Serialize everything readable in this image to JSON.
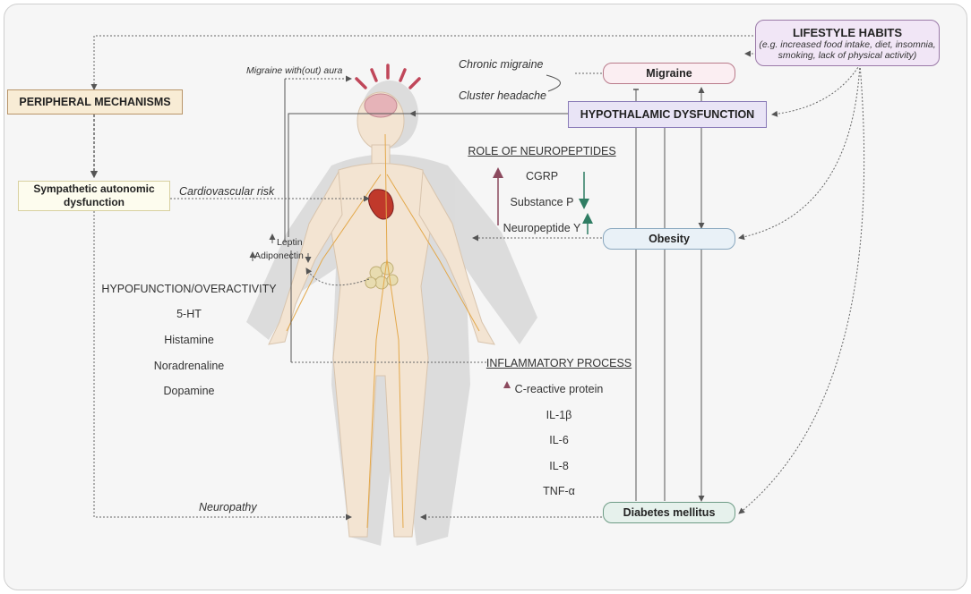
{
  "lifestyle": {
    "title": "LIFESTYLE HABITS",
    "subtitle_line1": "(e.g. increased food intake, diet, insomnia,",
    "subtitle_line2": "smoking, lack of physical activity)"
  },
  "nodes": {
    "peripheral": "PERIPHERAL MECHANISMS",
    "sympathetic_line1": "Sympathetic autonomic",
    "sympathetic_line2": "dysfunction",
    "migraine": "Migraine",
    "hypothalamic": "HYPOTHALAMIC DYSFUNCTION",
    "obesity": "Obesity",
    "diabetes": "Diabetes mellitus"
  },
  "labels": {
    "migraine_aura": "Migraine with(out) aura",
    "chronic_migraine": "Chronic migraine",
    "cluster_headache": "Cluster headache",
    "cardiovascular_risk": "Cardiovascular risk",
    "leptin": "Leptin",
    "adiponectin": "Adiponectin",
    "neuropathy": "Neuropathy"
  },
  "neuropeptides": {
    "title": "ROLE OF NEUROPEPTIDES",
    "items": [
      "CGRP",
      "Substance P",
      "Neuropeptide Y"
    ]
  },
  "neurotransmitters": {
    "title": "HYPOFUNCTION/OVERACTIVITY",
    "items": [
      "5-HT",
      "Histamine",
      "Noradrenaline",
      "Dopamine"
    ]
  },
  "inflammatory": {
    "title": "INFLAMMATORY PROCESS",
    "items": [
      "C-reactive protein",
      "IL-1β",
      "IL-6",
      "IL-8",
      "TNF-α"
    ]
  },
  "colors": {
    "up_arrow": "#8b4a5e",
    "down_arrow": "#2f7d63",
    "migraine_fill": "#fbeef2",
    "migraine_border": "#b97a8a",
    "hypothalamic_fill": "#e9e4f6",
    "hypothalamic_border": "#8a7bb8",
    "obesity_fill": "#e9f1f7",
    "obesity_border": "#8aa8bf",
    "diabetes_fill": "#e6f1ec",
    "diabetes_border": "#6e9c86",
    "lifestyle_fill": "#f1e6f6",
    "lifestyle_border": "#9b7aa8",
    "peripheral_fill": "#f8ecd5",
    "peripheral_border": "#b8956a"
  }
}
